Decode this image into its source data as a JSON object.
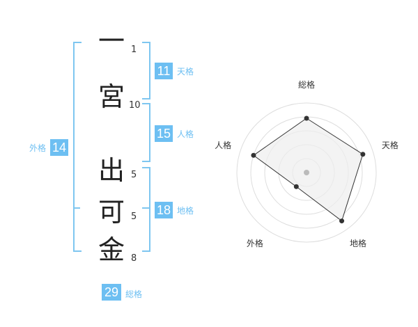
{
  "name": {
    "characters": [
      "一",
      "宮",
      "出",
      "可",
      "金"
    ],
    "strokes": [
      "1",
      "10",
      "5",
      "5",
      "8"
    ]
  },
  "fortunes": {
    "tenkaku": {
      "value": "11",
      "label": "天格"
    },
    "jinkaku": {
      "value": "15",
      "label": "人格"
    },
    "chikaku": {
      "value": "18",
      "label": "地格"
    },
    "gaikaku": {
      "value": "14",
      "label": "外格"
    },
    "soukaku": {
      "value": "29",
      "label": "総格"
    }
  },
  "radar": {
    "labels": [
      "総格",
      "天格",
      "地格",
      "外格",
      "人格"
    ],
    "values": [
      0.78,
      0.85,
      0.86,
      0.25,
      0.8
    ],
    "ring_count": 5,
    "colors": {
      "ring": "#dddddd",
      "fill": "#eeeeee",
      "line": "#333333",
      "point": "#333333",
      "center": "#bbbbbb"
    }
  },
  "colors": {
    "accent": "#6dbff2",
    "bracket": "#7ec6f0"
  }
}
